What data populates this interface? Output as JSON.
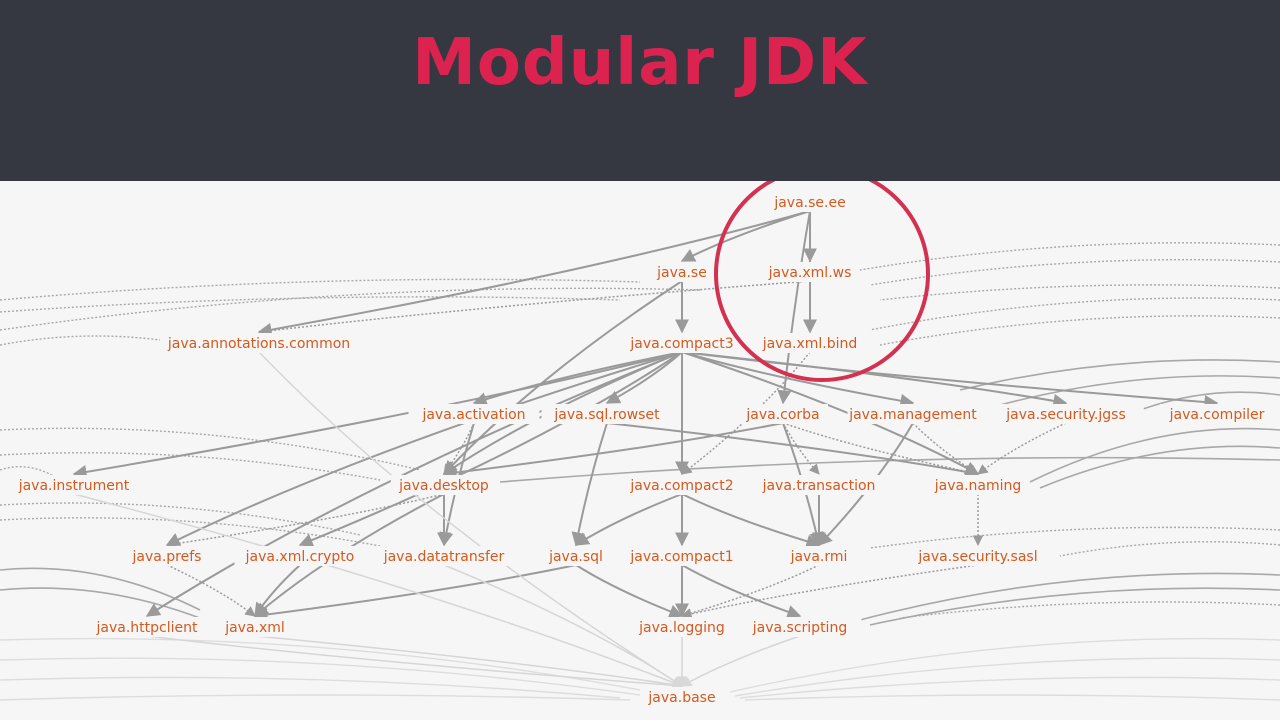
{
  "slide": {
    "title": "Modular JDK"
  },
  "colors": {
    "header_bg": "#363841",
    "title": "#dc2350",
    "node_text": "#d45a1e",
    "edge": "#9a9a9a",
    "highlight_circle": "#d4304f"
  },
  "graph": {
    "nodes": [
      {
        "id": "java.se.ee",
        "label": "java.se.ee"
      },
      {
        "id": "java.se",
        "label": "java.se"
      },
      {
        "id": "java.xml.ws",
        "label": "java.xml.ws"
      },
      {
        "id": "java.annotations.common",
        "label": "java.annotations.common"
      },
      {
        "id": "java.compact3",
        "label": "java.compact3"
      },
      {
        "id": "java.xml.bind",
        "label": "java.xml.bind"
      },
      {
        "id": "java.activation",
        "label": "java.activation"
      },
      {
        "id": "java.sql.rowset",
        "label": "java.sql.rowset"
      },
      {
        "id": "java.corba",
        "label": "java.corba"
      },
      {
        "id": "java.management",
        "label": "java.management"
      },
      {
        "id": "java.security.jgss",
        "label": "java.security.jgss"
      },
      {
        "id": "java.compiler",
        "label": "java.compiler"
      },
      {
        "id": "java.instrument",
        "label": "java.instrument"
      },
      {
        "id": "java.desktop",
        "label": "java.desktop"
      },
      {
        "id": "java.compact2",
        "label": "java.compact2"
      },
      {
        "id": "java.transaction",
        "label": "java.transaction"
      },
      {
        "id": "java.naming",
        "label": "java.naming"
      },
      {
        "id": "java.prefs",
        "label": "java.prefs"
      },
      {
        "id": "java.xml.crypto",
        "label": "java.xml.crypto"
      },
      {
        "id": "java.datatransfer",
        "label": "java.datatransfer"
      },
      {
        "id": "java.sql",
        "label": "java.sql"
      },
      {
        "id": "java.compact1",
        "label": "java.compact1"
      },
      {
        "id": "java.rmi",
        "label": "java.rmi"
      },
      {
        "id": "java.security.sasl",
        "label": "java.security.sasl"
      },
      {
        "id": "java.httpclient",
        "label": "java.httpclient"
      },
      {
        "id": "java.xml",
        "label": "java.xml"
      },
      {
        "id": "java.logging",
        "label": "java.logging"
      },
      {
        "id": "java.scripting",
        "label": "java.scripting"
      },
      {
        "id": "java.base",
        "label": "java.base"
      }
    ],
    "edges": [
      [
        "java.se.ee",
        "java.se",
        "s"
      ],
      [
        "java.se.ee",
        "java.xml.ws",
        "s"
      ],
      [
        "java.se.ee",
        "java.xml.bind",
        "s"
      ],
      [
        "java.se.ee",
        "java.annotations.common",
        "s"
      ],
      [
        "java.se.ee",
        "java.corba",
        "s"
      ],
      [
        "java.xml.ws",
        "java.xml.bind",
        "s"
      ],
      [
        "java.xml.ws",
        "java.annotations.common",
        "d"
      ],
      [
        "java.se",
        "java.compact3",
        "s"
      ],
      [
        "java.se",
        "java.desktop",
        "s"
      ],
      [
        "java.compact3",
        "java.compact2",
        "s"
      ],
      [
        "java.compact3",
        "java.activation",
        "s"
      ],
      [
        "java.compact3",
        "java.sql.rowset",
        "s"
      ],
      [
        "java.compact3",
        "java.management",
        "s"
      ],
      [
        "java.compact3",
        "java.security.jgss",
        "s"
      ],
      [
        "java.compact3",
        "java.compiler",
        "s"
      ],
      [
        "java.compact3",
        "java.instrument",
        "s"
      ],
      [
        "java.compact3",
        "java.prefs",
        "s"
      ],
      [
        "java.compact3",
        "java.xml.crypto",
        "s"
      ],
      [
        "java.compact3",
        "java.httpclient",
        "s"
      ],
      [
        "java.compact3",
        "java.naming",
        "s"
      ],
      [
        "java.compact3",
        "java.desktop",
        "s"
      ],
      [
        "java.xml.bind",
        "java.compact2",
        "d"
      ],
      [
        "java.activation",
        "java.datatransfer",
        "s"
      ],
      [
        "java.activation",
        "java.desktop",
        "d"
      ],
      [
        "java.sql.rowset",
        "java.sql",
        "s"
      ],
      [
        "java.sql.rowset",
        "java.naming",
        "s"
      ],
      [
        "java.corba",
        "java.transaction",
        "d"
      ],
      [
        "java.corba",
        "java.rmi",
        "s"
      ],
      [
        "java.corba",
        "java.naming",
        "d"
      ],
      [
        "java.corba",
        "java.desktop",
        "s"
      ],
      [
        "java.management",
        "java.naming",
        "d"
      ],
      [
        "java.management",
        "java.rmi",
        "s"
      ],
      [
        "java.security.jgss",
        "java.naming",
        "d"
      ],
      [
        "java.desktop",
        "java.datatransfer",
        "s"
      ],
      [
        "java.desktop",
        "java.xml",
        "s"
      ],
      [
        "java.desktop",
        "java.prefs",
        "d"
      ],
      [
        "java.compact2",
        "java.sql",
        "s"
      ],
      [
        "java.compact2",
        "java.compact1",
        "s"
      ],
      [
        "java.compact2",
        "java.rmi",
        "s"
      ],
      [
        "java.transaction",
        "java.rmi",
        "s"
      ],
      [
        "java.naming",
        "java.security.sasl",
        "d"
      ],
      [
        "java.prefs",
        "java.xml",
        "d"
      ],
      [
        "java.xml.crypto",
        "java.xml",
        "s"
      ],
      [
        "java.sql",
        "java.xml",
        "s"
      ],
      [
        "java.sql",
        "java.logging",
        "s"
      ],
      [
        "java.compact1",
        "java.logging",
        "s"
      ],
      [
        "java.compact1",
        "java.scripting",
        "s"
      ],
      [
        "java.rmi",
        "java.logging",
        "d"
      ],
      [
        "java.security.sasl",
        "java.logging",
        "d"
      ],
      [
        "java.logging",
        "java.base",
        "l"
      ],
      [
        "java.scripting",
        "java.base",
        "l"
      ],
      [
        "java.xml",
        "java.base",
        "l"
      ],
      [
        "java.httpclient",
        "java.base",
        "l"
      ],
      [
        "java.instrument",
        "java.base",
        "l"
      ],
      [
        "java.annotations.common",
        "java.base",
        "l"
      ],
      [
        "java.datatransfer",
        "java.base",
        "l"
      ]
    ]
  }
}
